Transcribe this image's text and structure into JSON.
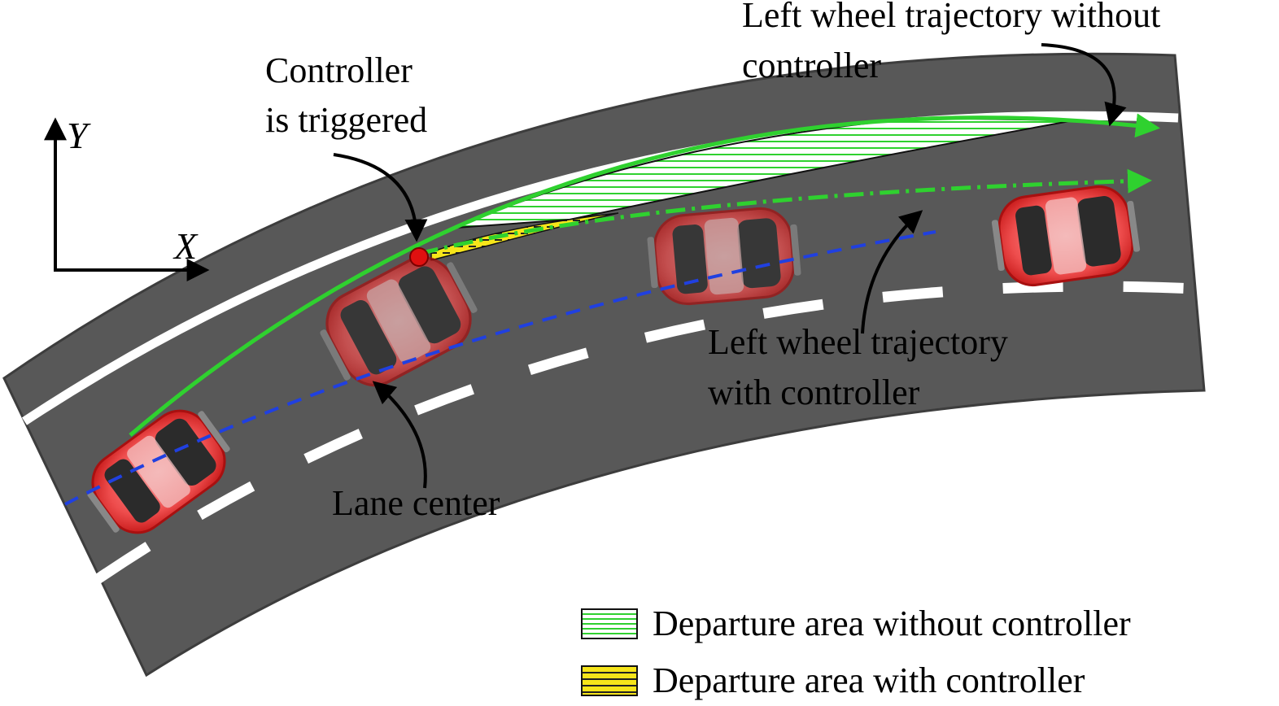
{
  "labels": {
    "without_controller_line1": "Left wheel trajectory without",
    "without_controller_line2": "controller",
    "trigger_line1": "Controller",
    "trigger_line2": "is triggered",
    "with_controller_line1": "Left wheel trajectory",
    "with_controller_line2": "with controller",
    "lane_center": "Lane center"
  },
  "axes": {
    "x_label": "X",
    "y_label": "Y"
  },
  "legend": [
    {
      "label": "Departure area without controller",
      "pattern": "green-hatched"
    },
    {
      "label": "Departure area with controller",
      "pattern": "yellow-dashed"
    }
  ],
  "colors": {
    "road": "#585858",
    "road_edge": "#3f3f3f",
    "lane_marking": "#ffffff",
    "trajectory_without": "#2fd12f",
    "trajectory_with": "#2fd12f",
    "lane_center": "#2040e0",
    "vehicle": "#e02a2a",
    "trigger_point": "#e01010",
    "departure_with": "#f6e51a"
  }
}
